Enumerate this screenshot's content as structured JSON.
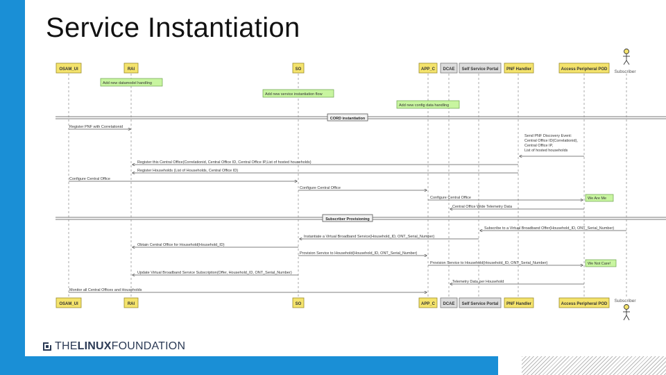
{
  "slide": {
    "title": "Service Instantiation",
    "footer_logo": {
      "the": "THE",
      "linux": "LINUX",
      "foundation": "FOUNDATION"
    }
  },
  "colors": {
    "accent": "#1a8fd6",
    "participant_fill": "#f4e36c",
    "participant_blue_fill": "#dcdcdc",
    "note_fill": "#c8f5a0"
  },
  "participants": [
    {
      "id": "osam",
      "label": "OSAM_UI",
      "style": "yellow"
    },
    {
      "id": "rai",
      "label": "RAI",
      "style": "yellow"
    },
    {
      "id": "so",
      "label": "SO",
      "style": "yellow"
    },
    {
      "id": "app",
      "label": "APP_C",
      "style": "yellow"
    },
    {
      "id": "dcae",
      "label": "DCAE",
      "style": "blue"
    },
    {
      "id": "ssp",
      "label": "Self Service Portal",
      "style": "blue"
    },
    {
      "id": "pnf",
      "label": "PNF Handler",
      "style": "yellow"
    },
    {
      "id": "apod",
      "label": "Access Peripheral POD",
      "style": "yellow"
    }
  ],
  "actor": {
    "label": "Subscriber"
  },
  "notes_top": [
    {
      "text": "Add new datamodel handling"
    },
    {
      "text": "Add new service instantiation flow"
    },
    {
      "text": "Add new config data handling"
    }
  ],
  "dividers": [
    {
      "label": "CORD instantiation"
    },
    {
      "label": "Subscriber Provisioning"
    }
  ],
  "messages": [
    {
      "text": "Register PNF with Correlationid"
    },
    {
      "text": "Send PNF Discovery Event:"
    },
    {
      "text": "Central Office ID(Correlationid),"
    },
    {
      "text": "Central Office IP,"
    },
    {
      "text": "List of hosted households"
    },
    {
      "text": "Register this Central Office(Correlationid, Central Office ID, Central Office IP,List of hosted households)"
    },
    {
      "text": "Register Households (List of Households, Central Office ID)"
    },
    {
      "text": "Configure Central Office"
    },
    {
      "text": "Configure Central Office"
    },
    {
      "text": "Configure Central Office"
    },
    {
      "text": "Central Office Wide Telemetry Data"
    },
    {
      "text": "Subscribe to a Virtual Broadband Offer(Household_ID, ONT_Serial_Number)"
    },
    {
      "text": "Instantiate a Virtual Broadband Service(Household_ID, ONT_Serial_Number)"
    },
    {
      "text": "Obtain Central Office for Household(Household_ID)"
    },
    {
      "text": "Provision Service to Household(Household_ID, ONT_Serial_Number)"
    },
    {
      "text": "Provision Service to Household(Household_ID, ONT_Serial_Number)"
    },
    {
      "text": "Update Virtual Broadband Service Subscription(Offer, Household_ID, ONT_Serial_Number)"
    },
    {
      "text": "Telemetry Data per Household"
    },
    {
      "text": "Monitor all Central Offices and Households"
    }
  ],
  "notes_side": [
    {
      "text": "We Are Me"
    },
    {
      "text": "We Not Care!"
    }
  ]
}
